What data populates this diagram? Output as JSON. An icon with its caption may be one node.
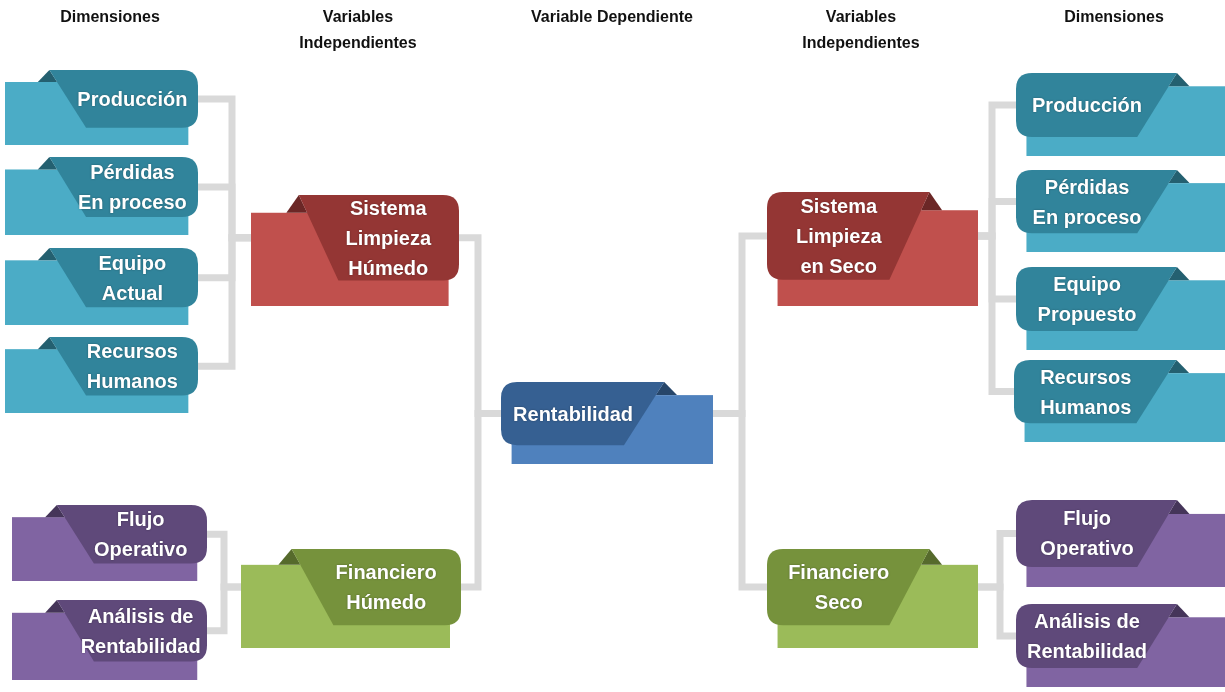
{
  "diagram": {
    "nodes": [
      {
        "text": [
          "Producción"
        ]
      },
      {
        "text": [
          "Pérdidas En proceso"
        ]
      },
      {
        "text": [
          "Equipo Actual"
        ]
      },
      {
        "text": [
          "Recursos Humanos"
        ]
      },
      {
        "text": [
          "Sistema Limpieza Húmedo"
        ]
      },
      {
        "text": [
          "Flujo Operativo"
        ]
      },
      {
        "text": [
          "Análisis de Rentabilidad"
        ]
      },
      {
        "text": [
          "Financiero Húmedo"
        ]
      },
      {
        "text": [
          "Rentabilidad"
        ]
      },
      {
        "text": [
          "Sistema Limpieza en Seco"
        ]
      },
      {
        "text": [
          "Producción"
        ]
      },
      {
        "text": [
          "Pérdidas En proceso"
        ]
      },
      {
        "text": [
          "Equipo Propuesto"
        ]
      },
      {
        "text": [
          "Recursos Humanos"
        ]
      },
      {
        "text": [
          "Financiero Seco"
        ]
      },
      {
        "text": [
          "Flujo Operativo"
        ]
      },
      {
        "text": [
          "Análisis de Rentabilidad"
        ]
      }
    ],
    "edges": [
      {
        "from": 8,
        "to": 4,
        "arrow": "none"
      },
      {
        "from": 8,
        "to": 7,
        "arrow": "none"
      },
      {
        "from": 8,
        "to": 9,
        "arrow": "none"
      },
      {
        "from": 8,
        "to": 14,
        "arrow": "none"
      },
      {
        "from": 4,
        "to": 0,
        "arrow": "none"
      },
      {
        "from": 4,
        "to": 1,
        "arrow": "none"
      },
      {
        "from": 4,
        "to": 2,
        "arrow": "none"
      },
      {
        "from": 4,
        "to": 3,
        "arrow": "none"
      },
      {
        "from": 7,
        "to": 5,
        "arrow": "none"
      },
      {
        "from": 7,
        "to": 6,
        "arrow": "none"
      },
      {
        "from": 9,
        "to": 10,
        "arrow": "none"
      },
      {
        "from": 9,
        "to": 11,
        "arrow": "none"
      },
      {
        "from": 9,
        "to": 12,
        "arrow": "none"
      },
      {
        "from": 9,
        "to": 13,
        "arrow": "none"
      },
      {
        "from": 14,
        "to": 15,
        "arrow": "none"
      },
      {
        "from": 14,
        "to": 16,
        "arrow": "none"
      }
    ],
    "labels": [
      "Dimensiones",
      "Variables Independientes",
      "Variable Dependiente",
      "Variables Independientes",
      "Dimensiones"
    ]
  }
}
